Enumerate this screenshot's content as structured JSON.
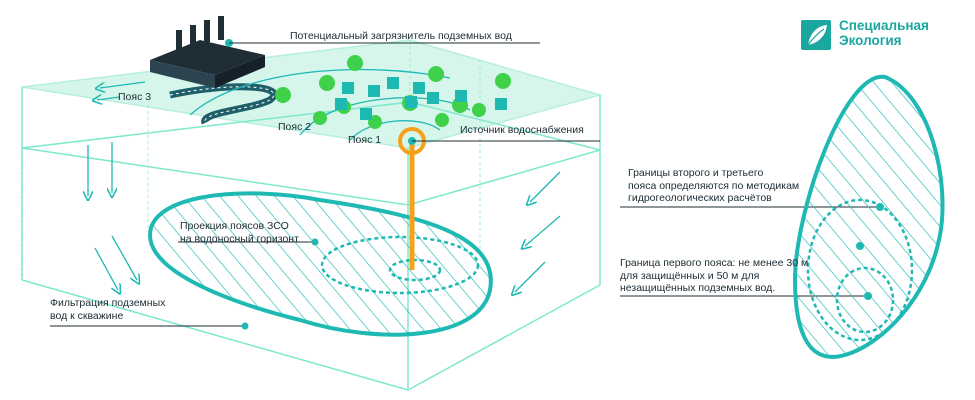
{
  "brand": {
    "line1": "Специальная",
    "line2": "Экология",
    "color": "#1aa7a0"
  },
  "labels": {
    "polluter": "Потенциальный загрязнитель подземных вод",
    "source": "Источник водоснабжения",
    "zone1": "Пояс 1",
    "zone2": "Пояс 2",
    "zone3": "Пояс 3",
    "projection": [
      "Проекция поясов ЗСО",
      "на водоносный горизонт"
    ],
    "filtration": [
      "Фильтрация подземных",
      "вод к скважине"
    ],
    "zones23": [
      "Границы второго и третьего",
      "пояса определяются по методикам",
      "гидрогеологических расчётов"
    ],
    "zone1_boundary": [
      "Граница первого пояса: не менее 30 м",
      "для защищённых и 50 м для",
      "незащищённых подземных вод."
    ]
  },
  "icons": [
    "factory-icon",
    "tree-icon",
    "house-icon",
    "well-icon",
    "flow-arrow-icon",
    "leaf-logo-icon"
  ],
  "colors": {
    "teal": "#1fb9b3",
    "ground": "#d6f6ec",
    "well": "#f7a11a",
    "dark": "#1f2d35",
    "grid": "#7ee8cd"
  }
}
